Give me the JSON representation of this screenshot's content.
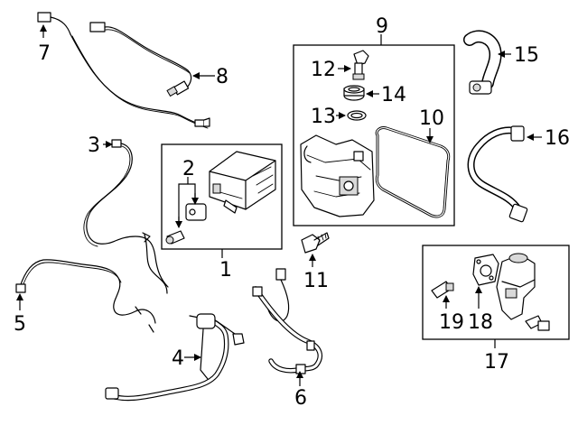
{
  "callouts": [
    "1",
    "2",
    "3",
    "4",
    "5",
    "6",
    "7",
    "8",
    "9",
    "10",
    "11",
    "12",
    "13",
    "14",
    "15",
    "16",
    "17",
    "18",
    "19"
  ],
  "colors": {
    "line": "#000000",
    "background": "#ffffff"
  }
}
